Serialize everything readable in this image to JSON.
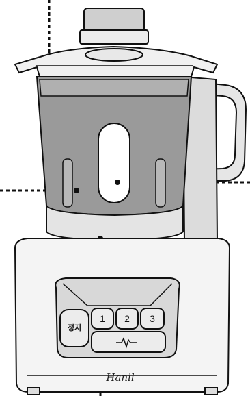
{
  "panel": {
    "stop_label": "정지",
    "buttons": [
      "1",
      "2",
      "3"
    ],
    "pulse_symbol": "-∩∪-"
  },
  "brand": "Hanil",
  "colors": {
    "jar_tint": "#9a9a9a",
    "jar_light": "#c8c8c8",
    "outline": "#111111",
    "base": "#f4f4f4",
    "lid": "#f0f0f0"
  }
}
